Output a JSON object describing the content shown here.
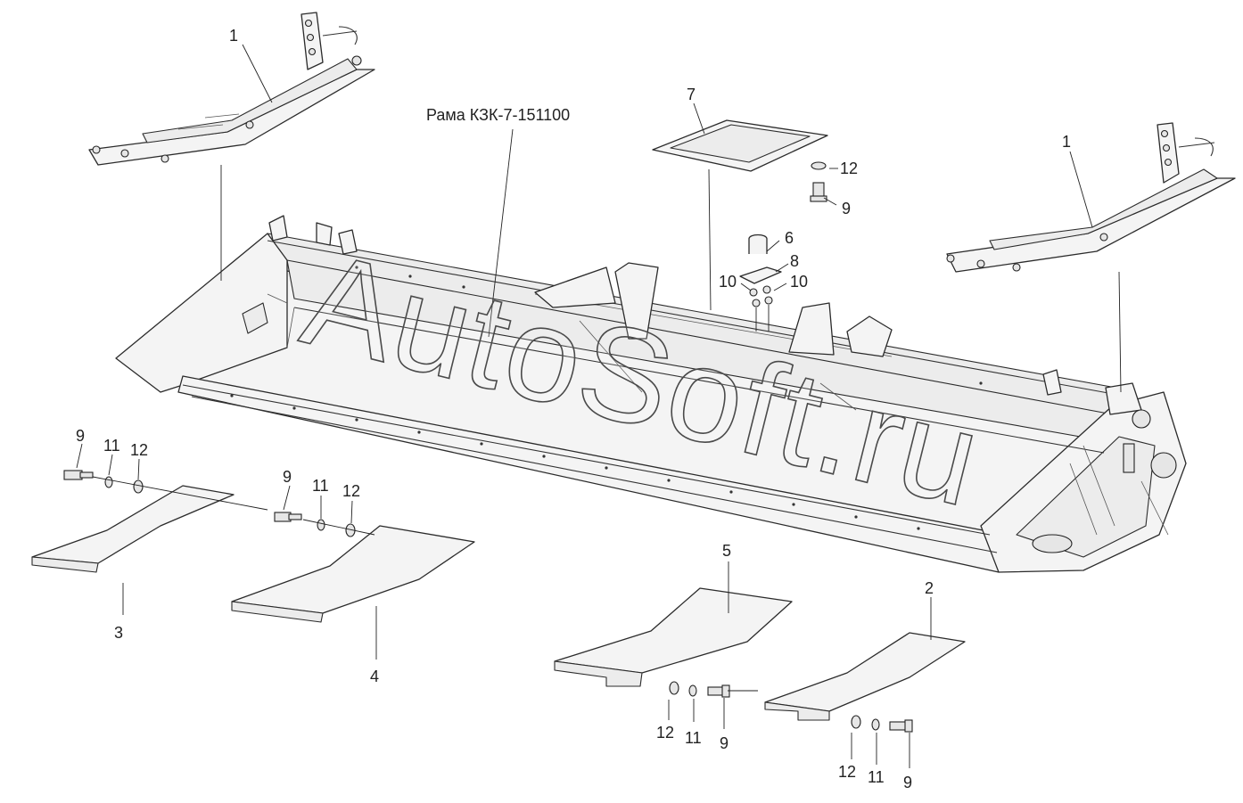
{
  "drawing": {
    "assembly_label": "Рама КЗК-7-151100",
    "watermark": "AutoSoft.ru",
    "callouts": {
      "c1a": "1",
      "c1b": "1",
      "c7": "7",
      "c12top": "12",
      "c9top": "9",
      "c6": "6",
      "c8": "8",
      "c10a": "10",
      "c10b": "10",
      "c9l": "9",
      "c11l": "11",
      "c12l": "12",
      "c3": "3",
      "c9m": "9",
      "c11m": "11",
      "c12m": "12",
      "c4": "4",
      "c5": "5",
      "c12b5": "12",
      "c11b5": "11",
      "c9b5": "9",
      "c2": "2",
      "c12b2": "12",
      "c11b2": "11",
      "c9b2": "9"
    }
  }
}
